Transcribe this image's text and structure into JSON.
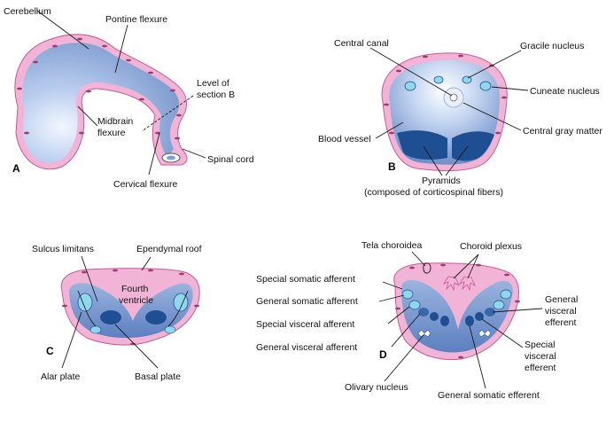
{
  "panels": {
    "A": {
      "letter": "A",
      "labels": {
        "cerebellum": "Cerebellum",
        "pontine_flexure": "Pontine flexure",
        "level_of": "Level of",
        "section_b": "section B",
        "midbrain": "Midbrain",
        "flexure": "flexure",
        "spinal_cord": "Spinal cord",
        "cervical_flexure": "Cervical flexure"
      }
    },
    "B": {
      "letter": "B",
      "labels": {
        "central_canal": "Central canal",
        "gracile_nucleus": "Gracile nucleus",
        "cuneate_nucleus": "Cuneate nucleus",
        "central_gray_matter": "Central gray matter",
        "blood_vessel": "Blood vessel",
        "pyramids": "Pyramids",
        "pyramids_note": "(composed of corticospinal fibers)"
      }
    },
    "C": {
      "letter": "C",
      "labels": {
        "sulcus_limitans": "Sulcus limitans",
        "ependymal_roof": "Ependymal roof",
        "fourth": "Fourth",
        "ventricle": "ventricle",
        "alar_plate": "Alar plate",
        "basal_plate": "Basal plate"
      }
    },
    "D": {
      "letter": "D",
      "labels": {
        "tela_choroidea": "Tela choroidea",
        "choroid_plexus": "Choroid plexus",
        "special_somatic_afferent": "Special somatic afferent",
        "general_somatic_afferent": "General somatic afferent",
        "special_visceral_afferent": "Special visceral afferent",
        "general_visceral_afferent": "General visceral afferent",
        "general": "General",
        "visceral": "visceral",
        "efferent": "efferent",
        "special": "Special",
        "visceral2": "visceral",
        "efferent2": "efferent",
        "olivary_nucleus": "Olivary nucleus",
        "general_somatic_efferent": "General somatic efferent"
      }
    }
  },
  "colors": {
    "membrane": "#f2b4d6",
    "membrane_edge": "#c65a94",
    "tissue_light": "#d8e6f6",
    "tissue_mid": "#7f9fd0",
    "nucleus": "#1f4f93",
    "nucleus_light": "#8fd8ec",
    "line": "#1a1a1a"
  }
}
